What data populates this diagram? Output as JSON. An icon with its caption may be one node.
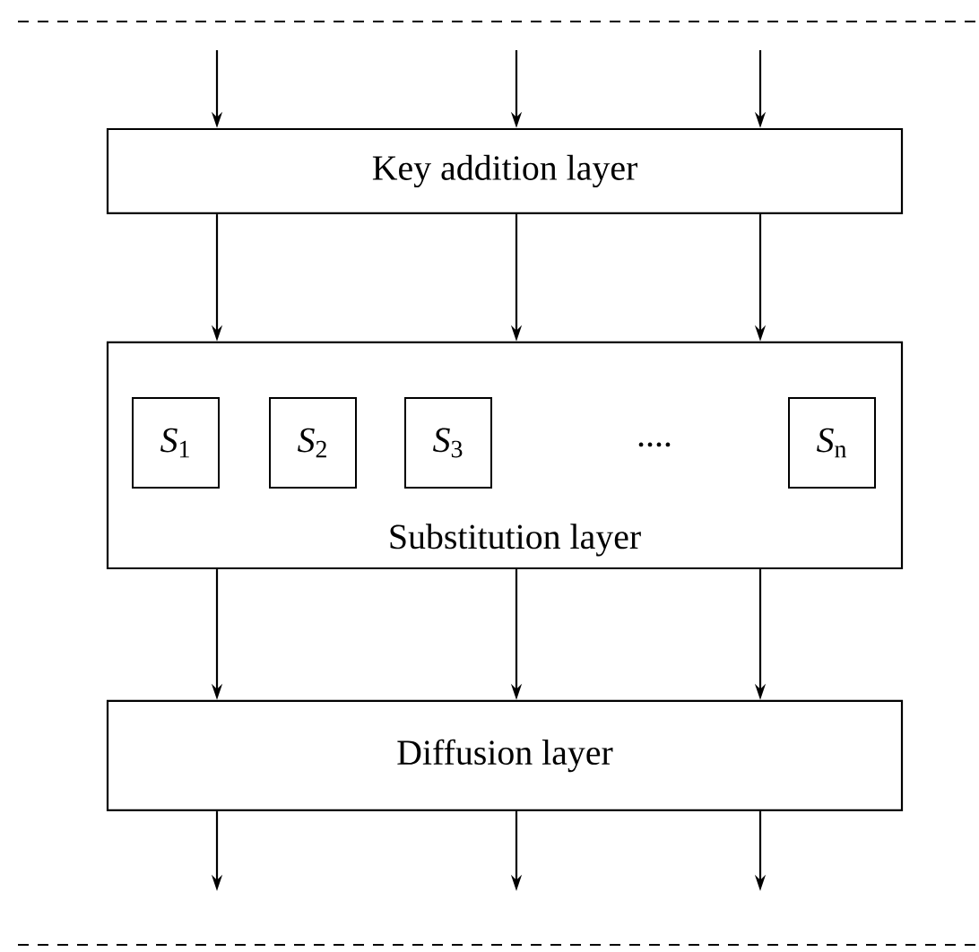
{
  "diagram": {
    "nodes": [
      {
        "text": [
          "Key addition layer"
        ]
      },
      {
        "text": [
          "Substitution layer"
        ]
      },
      {
        "text": [
          "*S*$_{1}$"
        ],
        "in": 1
      },
      {
        "text": [
          "*S*$_{2}$"
        ],
        "in": 1
      },
      {
        "text": [
          "*S*$_{3}$"
        ],
        "in": 1
      },
      {
        "text": [
          "*S*$_{n}$"
        ],
        "in": 1
      },
      {
        "text": [
          "Diffusion layer"
        ]
      }
    ],
    "edges": [
      {
        "from": null,
        "to": 0,
        "arrow": "to"
      },
      {
        "from": null,
        "to": 0,
        "arrow": "to"
      },
      {
        "from": null,
        "to": 0,
        "arrow": "to"
      },
      {
        "from": 0,
        "to": 1,
        "arrow": "to"
      },
      {
        "from": 0,
        "to": 1,
        "arrow": "to"
      },
      {
        "from": 0,
        "to": 1,
        "arrow": "to"
      },
      {
        "from": 1,
        "to": 6,
        "arrow": "to"
      },
      {
        "from": 1,
        "to": 6,
        "arrow": "to"
      },
      {
        "from": 1,
        "to": 6,
        "arrow": "to"
      },
      {
        "from": 6,
        "to": null,
        "arrow": "to"
      },
      {
        "from": 6,
        "to": null,
        "arrow": "to"
      },
      {
        "from": 6,
        "to": null,
        "arrow": "to"
      }
    ],
    "labels": [
      "...."
    ]
  }
}
